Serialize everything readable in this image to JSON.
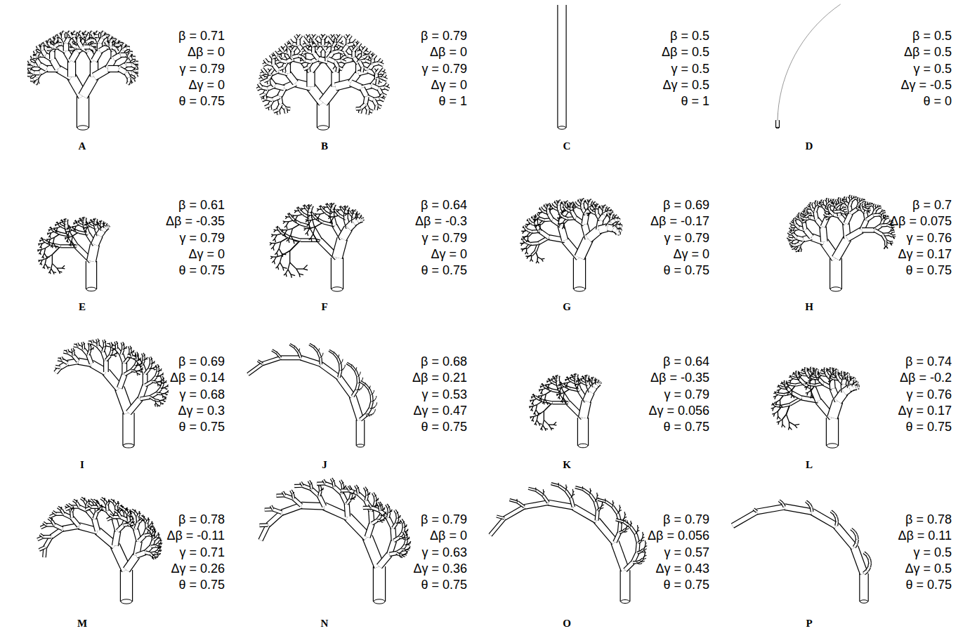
{
  "diagram": {
    "labels": [
      "β = 0.71",
      "Δβ = 0",
      "γ = 0.79",
      "Δγ = 0",
      "θ = 0.75",
      "A",
      "β = 0.79",
      "Δβ = 0",
      "γ = 0.79",
      "Δγ = 0",
      "θ = 1",
      "B",
      "β = 0.5",
      "Δβ = 0.5",
      "γ = 0.5",
      "Δγ = 0.5",
      "θ = 1",
      "C",
      "β = 0.5",
      "Δβ = 0.5",
      "γ = 0.5",
      "Δγ = -0.5",
      "θ = 0",
      "D",
      "β = 0.61",
      "Δβ = -0.35",
      "γ = 0.79",
      "Δγ = 0",
      "θ = 0.75",
      "E",
      "β = 0.64",
      "Δβ = -0.3",
      "γ = 0.79",
      "Δγ = 0",
      "θ = 0.75",
      "F",
      "β = 0.69",
      "Δβ = -0.17",
      "γ = 0.79",
      "Δγ = 0",
      "θ = 0.75",
      "G",
      "β = 0.7",
      "Δβ = 0.075",
      "γ = 0.76",
      "Δγ = 0.17",
      "θ = 0.75",
      "H",
      "β = 0.69",
      "Δβ = 0.14",
      "γ = 0.68",
      "Δγ = 0.3",
      "θ = 0.75",
      "I",
      "β = 0.68",
      "Δβ = 0.21",
      "γ = 0.53",
      "Δγ = 0.47",
      "θ = 0.75",
      "J",
      "β = 0.64",
      "Δβ = -0.35",
      "γ = 0.79",
      "Δγ = 0.056",
      "θ = 0.75",
      "K",
      "β = 0.74",
      "Δβ = -0.2",
      "γ = 0.76",
      "Δγ = 0.17",
      "θ = 0.75",
      "L",
      "β = 0.78",
      "Δβ = -0.11",
      "γ = 0.71",
      "Δγ = 0.26",
      "θ = 0.75",
      "M",
      "β = 0.79",
      "Δβ = 0",
      "γ = 0.63",
      "Δγ = 0.36",
      "θ = 0.75",
      "N",
      "β = 0.79",
      "Δβ = 0.056",
      "γ = 0.57",
      "Δγ = 0.43",
      "θ = 0.75",
      "O",
      "β = 0.78",
      "Δβ = 0.11",
      "γ = 0.5",
      "Δγ = 0.5",
      "θ = 0.75",
      "P"
    ]
  }
}
